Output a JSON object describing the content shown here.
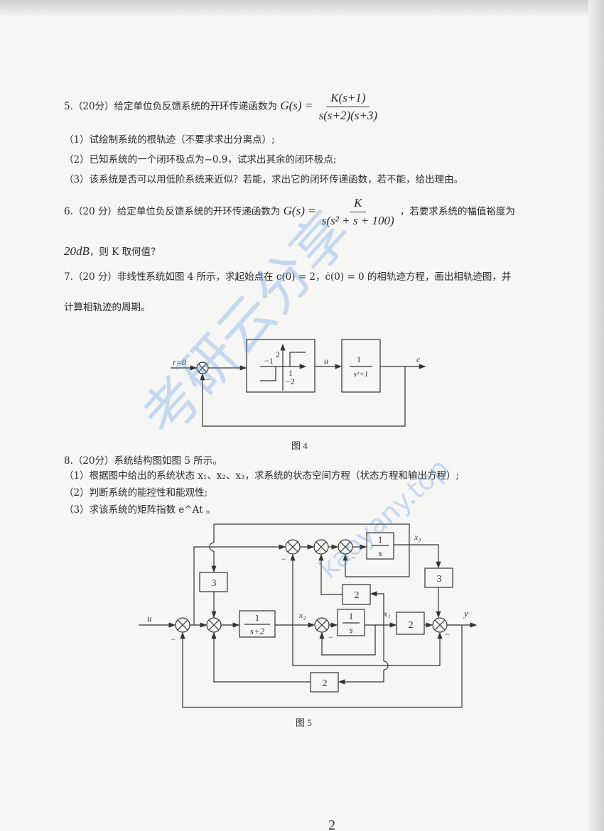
{
  "questions": {
    "q5": {
      "stem": "5.（20分）给定单位负反馈系统的开环传递函数为",
      "lhs": "G(s) =",
      "num": "K(s+1)",
      "den": "s(s+2)(s+3)",
      "items": [
        "（1）试绘制系统的根轨迹（不要求求出分离点）;",
        "（2）已知系统的一个闭环极点为−0.9，试求出其余的闭环极点;",
        "（3）该系统是否可以用低阶系统来近似？若能，求出它的闭环传递函数，若不能，给出理由。"
      ]
    },
    "q6": {
      "stem": "6.（20 分）给定单位负反馈系统的开环传递函数为",
      "lhs": "G(s) =",
      "num": "K",
      "den": "s(s² + s + 100)",
      "tail": "，若要求系统的幅值裕度为",
      "line2_math": "20dB",
      "line2_text": "，则 K 取何值？"
    },
    "q7": {
      "line1": "7.（20 分）非线性系统如图 4 所示，求起始点在 c(0) = 2，ċ(0) = 0 的相轨迹方程，画出相轨迹图，并",
      "line2": "计算相轨迹的周期。"
    },
    "fig4": {
      "caption": "图 4",
      "r_label": "r=0",
      "minus": "−",
      "relay_labels": [
        "2",
        "−1",
        "1",
        "−2"
      ],
      "u_label": "u",
      "plant_num": "1",
      "plant_den": "s²+1",
      "c_label": "c"
    },
    "q8": {
      "stem": "8.（20分）系统结构图如图 5 所示。",
      "items": [
        "（1）根据图中给出的系统状态 x₁、x₂、x₃，求系统的状态空间方程（状态方程和输出方程）;",
        "（2）判断系统的能控性和能观性;",
        "（3）求该系统的矩阵指数 e^At 。"
      ]
    },
    "fig5": {
      "caption": "图 5",
      "u_label": "u",
      "y_label": "y",
      "x1_label": "x₁",
      "x2_label": "x₂",
      "x3_label": "x₃",
      "block_first": {
        "num": "1",
        "den": "s+2"
      },
      "block_int": {
        "num": "1",
        "den": "s"
      },
      "gain_3": "3",
      "gain_2": "2",
      "minus": "−"
    },
    "page_number": "2"
  },
  "watermark": {
    "cn": "考研云分享",
    "en": "kaoyany.top",
    "color": "#468ce6"
  }
}
